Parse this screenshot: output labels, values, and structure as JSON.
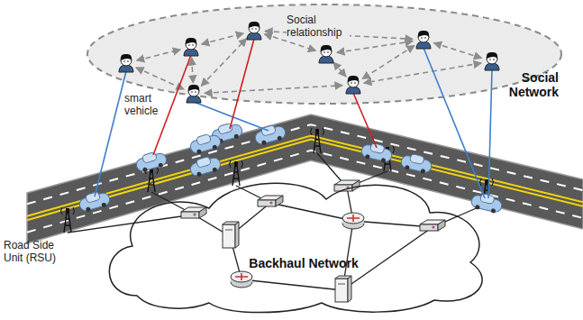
{
  "diagram": {
    "nodes": [
      {
        "text": [
          "Social Network"
        ]
      },
      {
        "text": [
          "Backhaul Network"
        ]
      }
    ],
    "labels": [
      "Social relationship",
      "smart vehicle",
      "Road Side Unit (RSU)"
    ]
  }
}
